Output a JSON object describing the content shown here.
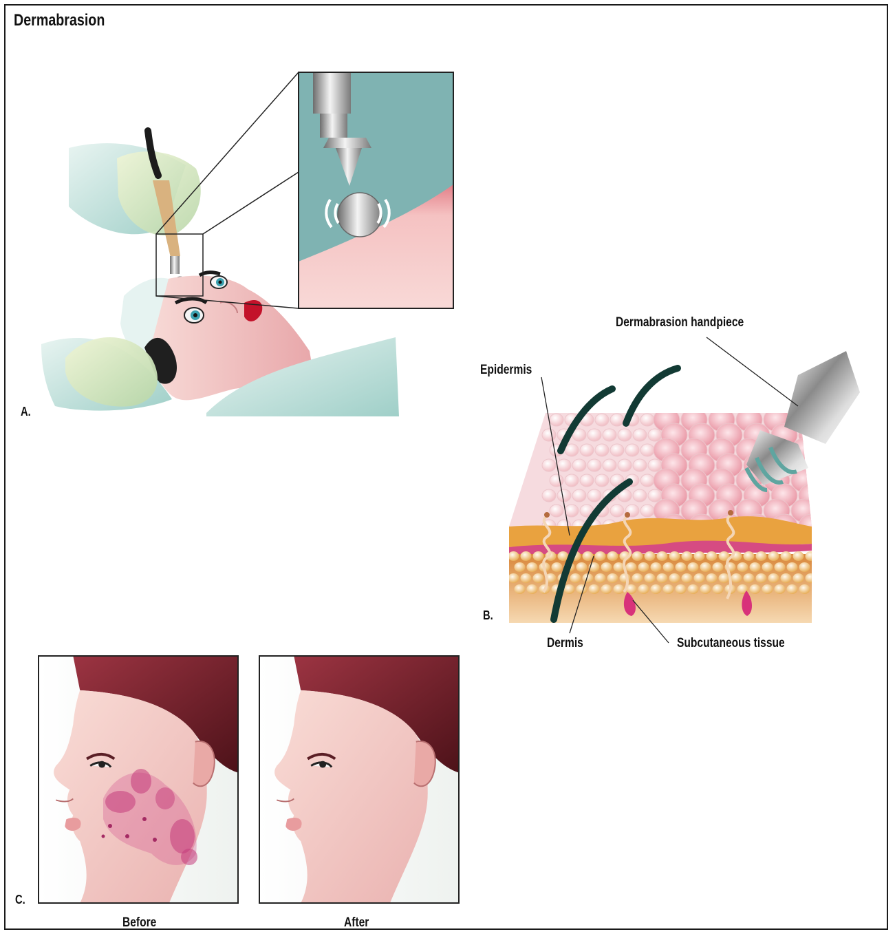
{
  "title": "Dermabrasion",
  "panels": {
    "a": {
      "letter": "A."
    },
    "b": {
      "letter": "B."
    },
    "c": {
      "letter": "C."
    }
  },
  "labels": {
    "handpiece": "Dermabrasion handpiece",
    "epidermis": "Epidermis",
    "dermis": "Dermis",
    "subcutaneous": "Subcutaneous tissue",
    "before": "Before",
    "after": "After"
  },
  "colors": {
    "skin": "#f3c9c6",
    "skin_shadow": "#e39ea2",
    "drape": "#bfe0dc",
    "inset_bg": "#7fb3b2",
    "metal": "#b9b9b9",
    "epidermis_band": "#e9a23f",
    "dermis_fat": "#e5a34a",
    "hair": "#123a34",
    "scar": "#d55a91",
    "head_hair": "#7a2231"
  }
}
